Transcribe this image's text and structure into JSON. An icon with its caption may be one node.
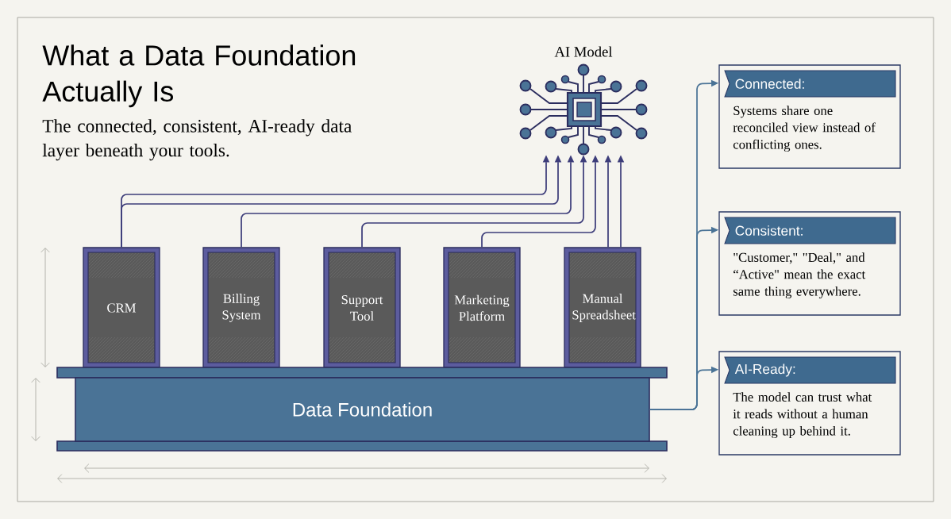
{
  "diagram": {
    "title": "What a Data Foundation Actually Is",
    "nodes": [
      {
        "text": [
          "AI Model"
        ]
      },
      {
        "text": [
          "CRM"
        ]
      },
      {
        "text": [
          "Billing System"
        ]
      },
      {
        "text": [
          "Support Tool"
        ]
      },
      {
        "text": [
          "Marketing Platform"
        ]
      },
      {
        "text": [
          "Manual Spreadsheet"
        ]
      },
      {
        "text": [
          "Data Foundation"
        ]
      },
      {
        "text": [
          "Connected:",
          "Systems share one reconciled view instead of conflicting ones."
        ]
      },
      {
        "text": [
          "Consistent:",
          "\"Customer,\" \"Deal,\" and “Active\" mean the exact same thing everywhere."
        ]
      },
      {
        "text": [
          "AI-Ready:",
          "The model can trust what it reads without a human cleaning up behind it."
        ]
      }
    ],
    "edges": [
      {
        "from": 1,
        "to": 0,
        "arrow": "to"
      },
      {
        "from": 1,
        "to": 0,
        "arrow": "to"
      },
      {
        "from": 2,
        "to": 0,
        "arrow": "to"
      },
      {
        "from": 3,
        "to": 0,
        "arrow": "to"
      },
      {
        "from": 4,
        "to": 0,
        "arrow": "to"
      },
      {
        "from": 5,
        "to": 0,
        "arrow": "to"
      },
      {
        "from": 5,
        "to": 0,
        "arrow": "to"
      },
      {
        "from": 6,
        "to": 7,
        "arrow": "to",
        "color": "#4a7396"
      },
      {
        "from": 6,
        "to": 8,
        "arrow": "to",
        "color": "#4a7396"
      },
      {
        "from": 6,
        "to": 9,
        "arrow": "to",
        "color": "#4a7396"
      }
    ],
    "labels": [
      "The connected, consistent, AI-ready data layer beneath your tools."
    ]
  }
}
